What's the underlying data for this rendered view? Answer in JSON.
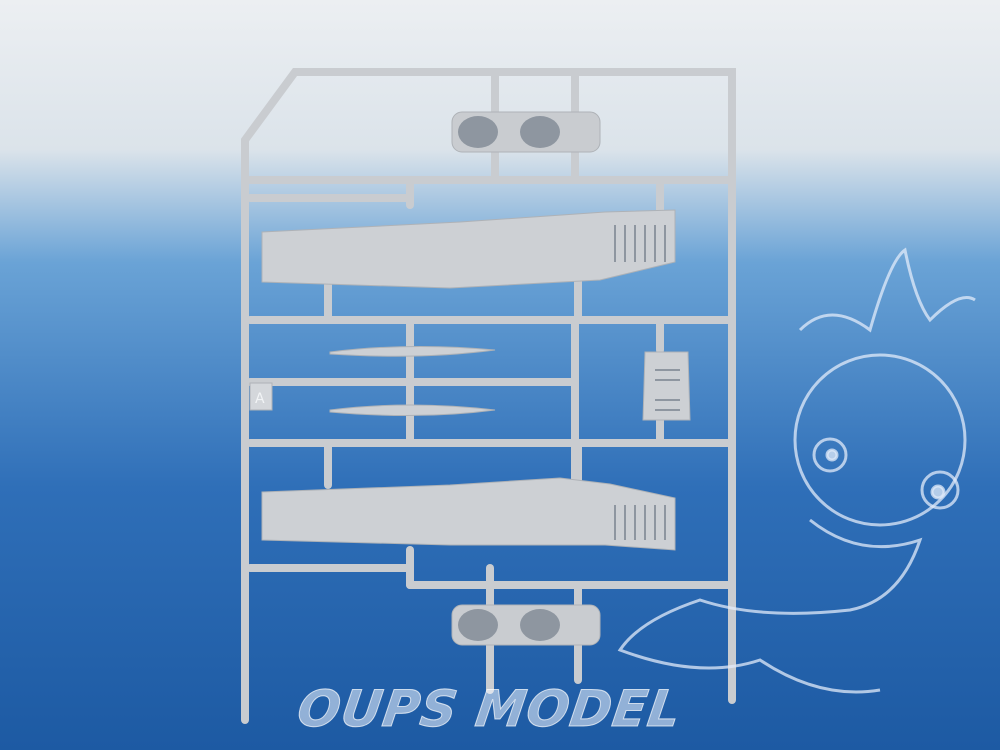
{
  "photo": {
    "subject": "plastic-model-sprue",
    "sprue_letter": "A",
    "watermark": "OUPS MODEL",
    "colors": {
      "sky_top": "#eceff2",
      "sky_mid": "#6aa3d6",
      "sky_bottom": "#1d5aa3",
      "plastic": "#c9ccd0"
    }
  }
}
